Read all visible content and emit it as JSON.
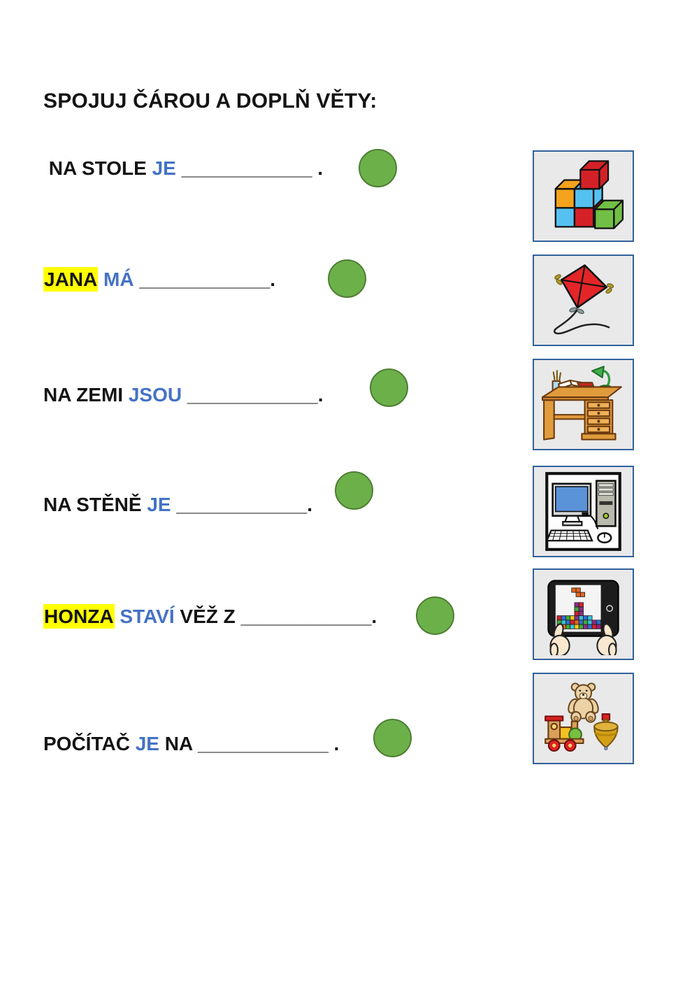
{
  "title": "SPOJUJ ČÁROU A DOPLŇ VĚTY:",
  "colors": {
    "accent_blue": "#4472c4",
    "highlight_yellow": "#ffff00",
    "dot_green": "#6cb04a",
    "dot_border": "#4e7e33",
    "box_border": "#31629c",
    "box_bg": "#e9e9e9"
  },
  "sentences": [
    {
      "parts": [
        {
          "t": " NA STOLE ",
          "s": "plain"
        },
        {
          "t": "JE",
          "s": "blue"
        },
        {
          "t": " ____________ .",
          "s": "plain"
        }
      ]
    },
    {
      "parts": [
        {
          "t": "JANA",
          "s": "highlight"
        },
        {
          "t": " ",
          "s": "plain"
        },
        {
          "t": "MÁ",
          "s": "blue"
        },
        {
          "t": " ____________.",
          "s": "plain"
        }
      ]
    },
    {
      "parts": [
        {
          "t": "NA ZEMI ",
          "s": "plain"
        },
        {
          "t": "JSOU",
          "s": "blue"
        },
        {
          "t": " ____________.",
          "s": "plain"
        }
      ]
    },
    {
      "parts": [
        {
          "t": "NA STĚNĚ ",
          "s": "plain"
        },
        {
          "t": "JE",
          "s": "blue"
        },
        {
          "t": " ____________.",
          "s": "plain"
        }
      ]
    },
    {
      "parts": [
        {
          "t": "HONZA",
          "s": "highlight"
        },
        {
          "t": " ",
          "s": "plain"
        },
        {
          "t": "STAVÍ",
          "s": "blue"
        },
        {
          "t": " VĚŽ Z ____________.",
          "s": "plain"
        }
      ]
    },
    {
      "parts": [
        {
          "t": "POČÍTAČ ",
          "s": "plain"
        },
        {
          "t": "JE",
          "s": "blue"
        },
        {
          "t": " NA ____________ .",
          "s": "plain"
        }
      ]
    }
  ],
  "pictures": [
    {
      "name": "building-blocks"
    },
    {
      "name": "kite"
    },
    {
      "name": "desk"
    },
    {
      "name": "computer"
    },
    {
      "name": "tablet-tetris"
    },
    {
      "name": "toys"
    }
  ]
}
